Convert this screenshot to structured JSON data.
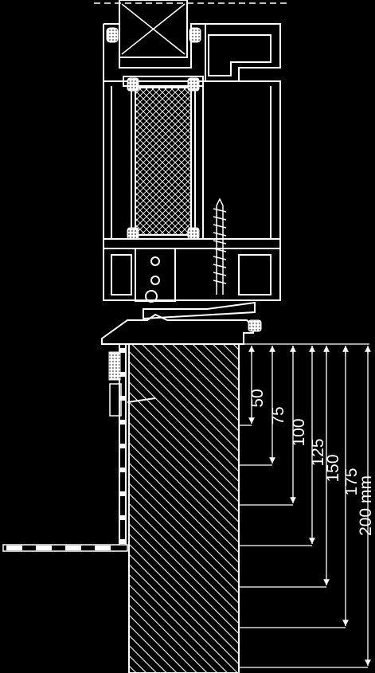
{
  "colors": {
    "background": "#000000",
    "line": "#ffffff",
    "insulation": "#ffffff"
  },
  "dimensions": {
    "labels": [
      "50",
      "75",
      "100",
      "125",
      "150",
      "175",
      "200 mm"
    ]
  }
}
